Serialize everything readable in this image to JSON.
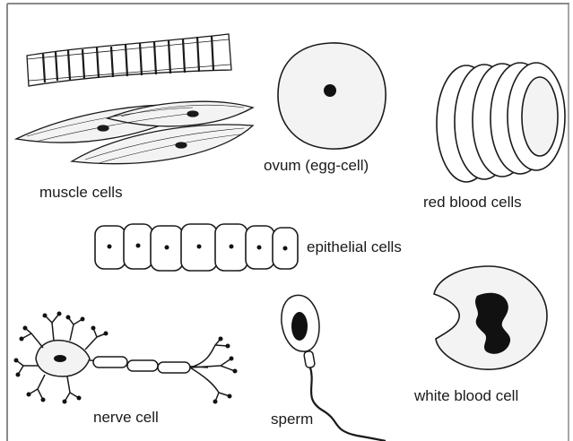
{
  "diagram": {
    "labels": {
      "muscle": "muscle cells",
      "ovum": "ovum (egg-cell)",
      "red_blood": "red blood cells",
      "epithelial": "epithelial cells",
      "nerve": "nerve cell",
      "sperm": "sperm",
      "white_blood": "white blood cell"
    },
    "colors": {
      "stroke": "#1a1a1a",
      "fill": "#ffffff",
      "tint": "#f3f3f3",
      "frame": "#8a8a8a"
    }
  }
}
